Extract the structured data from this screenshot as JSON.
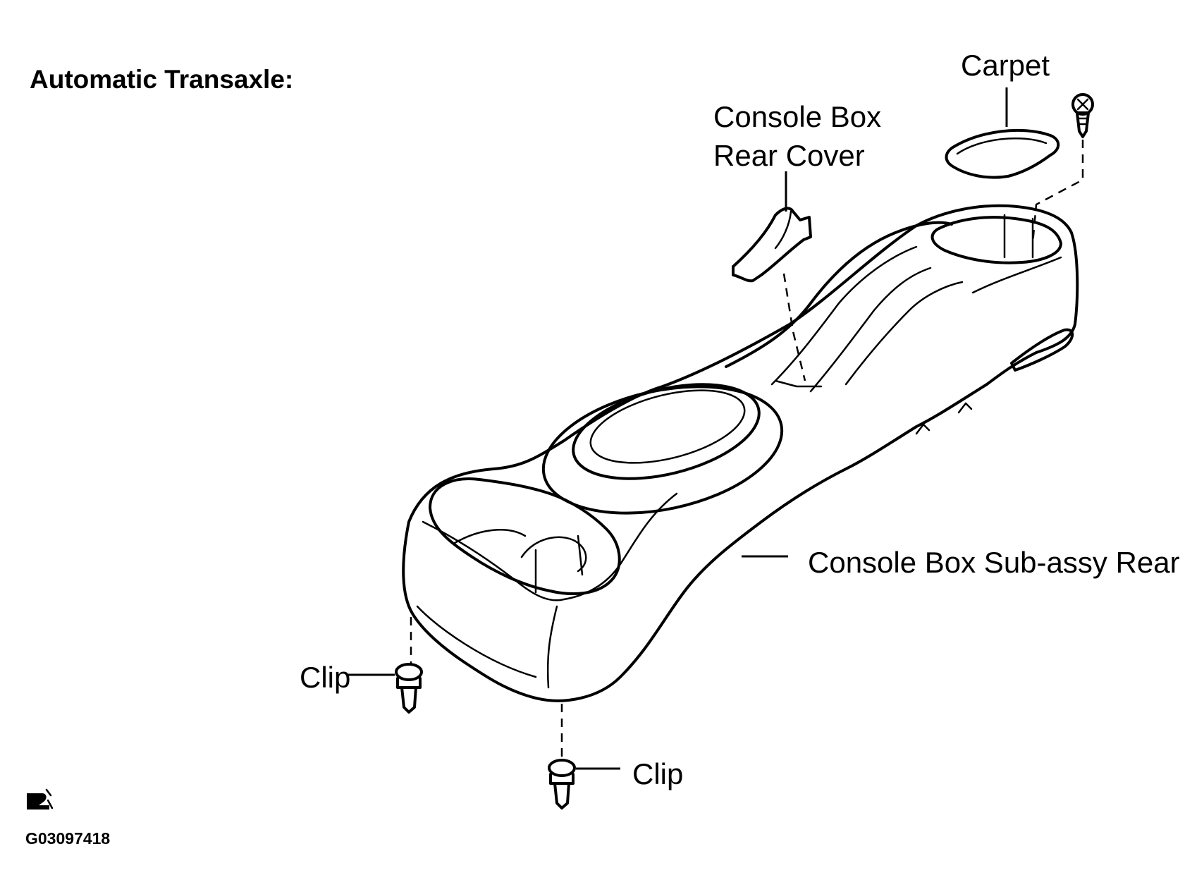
{
  "title": "Automatic Transaxle:",
  "labels": {
    "carpet": "Carpet",
    "rear_cover_line1": "Console Box",
    "rear_cover_line2": "Rear Cover",
    "sub_assy": "Console Box Sub-assy Rear",
    "clip_left": "Clip",
    "clip_bottom": "Clip"
  },
  "figure_code": "G03097418",
  "icons": [
    "figure-symbol-icon",
    "screw-icon",
    "clip-icon"
  ]
}
